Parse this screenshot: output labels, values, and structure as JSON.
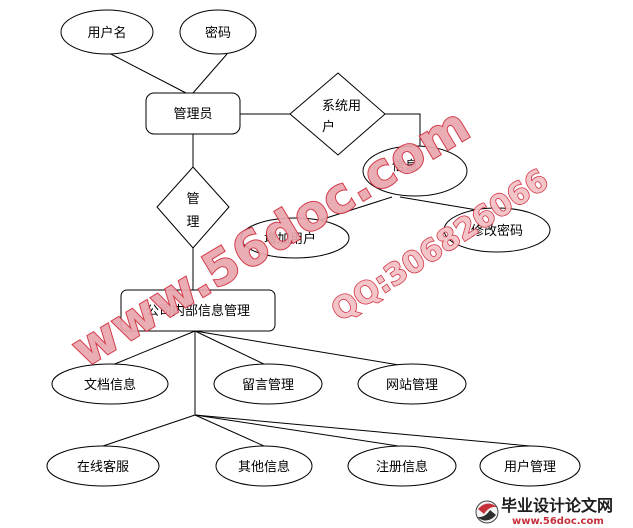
{
  "diagram": {
    "attributes": {
      "username": "用户名",
      "password": "密码",
      "info": "信息",
      "add_user": "增加用户",
      "modify_password": "修改密码",
      "document_info": "文档信息",
      "message_mgmt": "留言管理",
      "site_mgmt": "网站管理",
      "online_service": "在线客服",
      "other_info": "其他信息",
      "register_info": "注册信息",
      "user_mgmt": "用户管理"
    },
    "entities": {
      "admin": "管理员",
      "internal_info_mgmt": "公司内部信息管理"
    },
    "relationships": {
      "system_user_line1": "系统用",
      "system_user_line2": "户",
      "manage_line1": "管",
      "manage_line2": "理"
    }
  },
  "watermark": {
    "site": "www.56doc.com",
    "qq": "QQ:306826066",
    "logo_text": "毕业设计论文网",
    "logo_url": "www.56doc.com"
  },
  "colors": {
    "watermark_red": "#d02b3c",
    "watermark_fill": "#e8a7ad",
    "line": "#000000"
  }
}
